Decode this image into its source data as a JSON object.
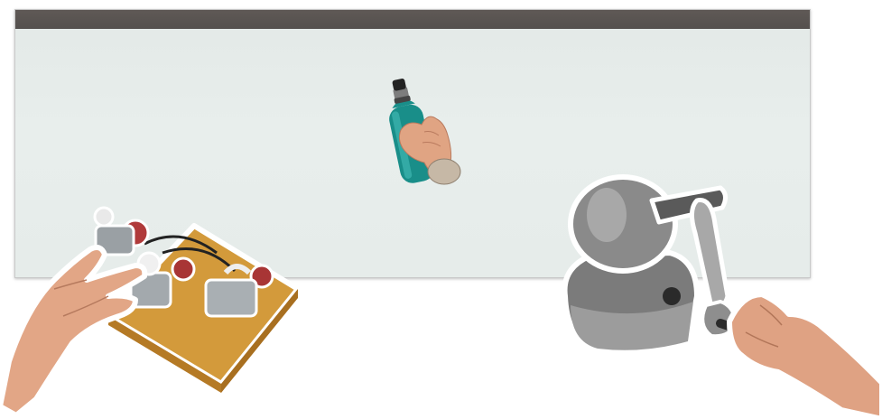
{
  "scene": {
    "window_title": "",
    "virtual_object": "bottle-held-by-virtual-hand",
    "left_device": "exoskeleton-hand-controller",
    "right_device": "haptic-stylus-device"
  },
  "colors": {
    "title_bar": "#57524f",
    "background": "#e6ecea",
    "bottle": "#1a8f8a",
    "bottle_cap": "#222222",
    "skin": "#e4a887",
    "wood_base": "#d59b3d",
    "haptic_body": "#8d8d8d"
  },
  "icons": [
    "bottle-icon",
    "virtual-hand-icon",
    "human-hand-icon",
    "haptic-device-icon",
    "exoskeleton-icon"
  ]
}
